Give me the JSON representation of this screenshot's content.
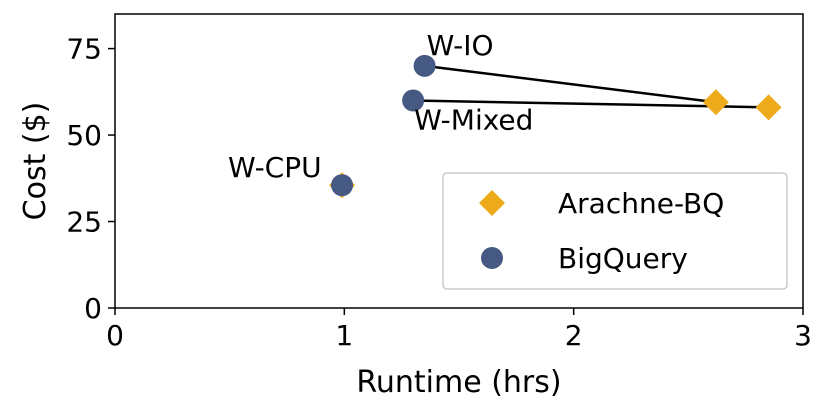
{
  "chart_data": {
    "type": "scatter",
    "xlabel": "Runtime (hrs)",
    "ylabel": "Cost ($)",
    "xlim": [
      0,
      3
    ],
    "ylim": [
      0,
      85
    ],
    "xticks": [
      0,
      1,
      2,
      3
    ],
    "yticks": [
      0,
      25,
      50,
      75
    ],
    "grid": false,
    "legend_position": "lower-right",
    "series": [
      {
        "name": "Arachne-BQ",
        "marker": "diamond",
        "color": "#EDAA1B",
        "points": [
          {
            "x": 0.99,
            "y": 35.5
          },
          {
            "x": 2.62,
            "y": 59.5
          },
          {
            "x": 2.85,
            "y": 58.0
          }
        ]
      },
      {
        "name": "BigQuery",
        "marker": "circle",
        "color": "#465983",
        "points": [
          {
            "x": 0.99,
            "y": 35.5
          },
          {
            "x": 1.35,
            "y": 70.0
          },
          {
            "x": 1.3,
            "y": 60.0
          }
        ]
      }
    ],
    "connections": [
      {
        "from": {
          "x": 1.35,
          "y": 70.0
        },
        "to": {
          "x": 2.62,
          "y": 59.5
        }
      },
      {
        "from": {
          "x": 1.3,
          "y": 60.0
        },
        "to": {
          "x": 2.85,
          "y": 58.0
        }
      }
    ],
    "annotations": [
      {
        "text": "W-IO",
        "x": 1.35,
        "y": 70.0
      },
      {
        "text": "W-Mixed",
        "x": 1.3,
        "y": 60.0
      },
      {
        "text": "W-CPU",
        "x": 0.99,
        "y": 35.5
      }
    ]
  }
}
